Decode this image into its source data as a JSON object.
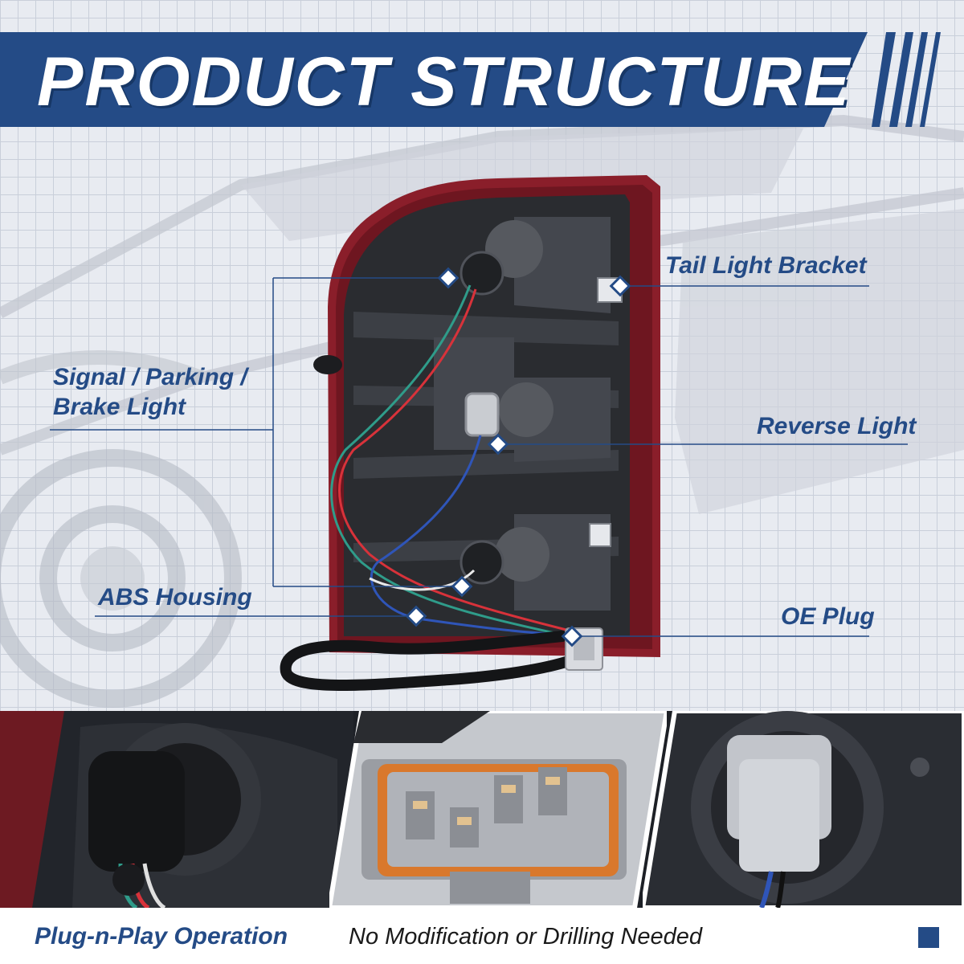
{
  "header": {
    "title": "PRODUCT STRUCTURE"
  },
  "callouts": {
    "tail_light_bracket": "Tail Light Bracket",
    "signal_line1": "Signal / Parking /",
    "signal_line2": "Brake Light",
    "reverse_light": "Reverse Light",
    "abs_housing": "ABS Housing",
    "oe_plug": "OE Plug"
  },
  "footer": {
    "heading": "Plug-n-Play Operation",
    "text": "No Modification or Drilling Needed"
  },
  "colors": {
    "brand_blue": "#244b86",
    "housing_red": "#8a1e2a",
    "housing_black": "#2a2c30",
    "connector_gray": "#b9bcc2",
    "seal_orange": "#d9782c"
  },
  "icons": {
    "marker": "diamond-marker-icon",
    "footer": "square-icon"
  }
}
